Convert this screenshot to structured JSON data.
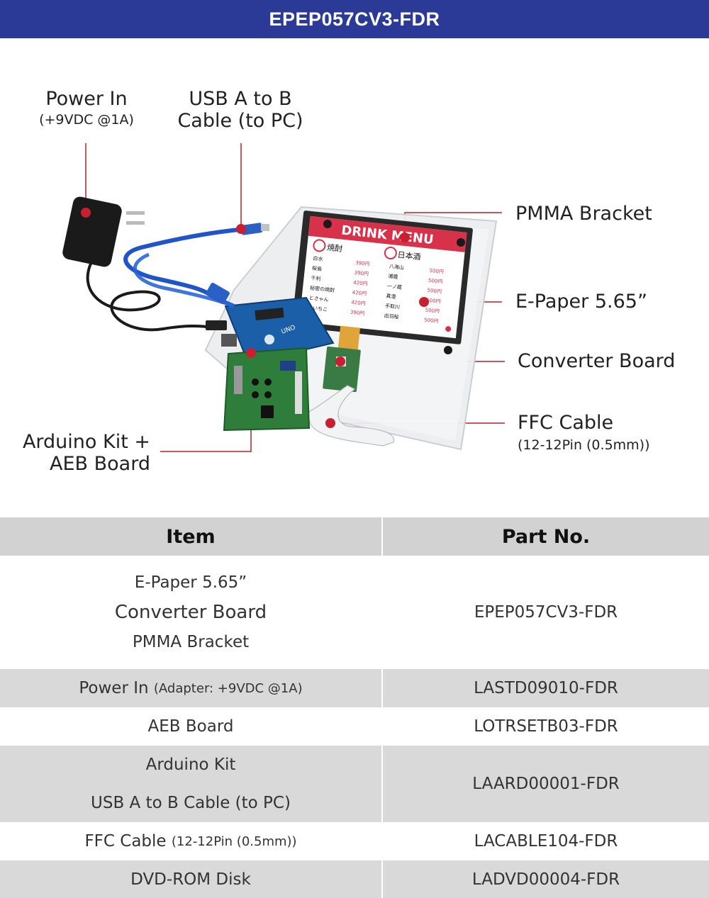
{
  "header": {
    "title": "EPEP057CV3-FDR"
  },
  "diagram": {
    "labels": {
      "power_in": {
        "title": "Power In",
        "sub": "(+9VDC @1A)"
      },
      "usb_cable": {
        "line1": "USB A to B",
        "line2": "Cable (to PC)"
      },
      "pmma_bracket": {
        "title": "PMMA Bracket"
      },
      "epaper": {
        "title": "E-Paper 5.65”"
      },
      "converter_board": {
        "title": "Converter Board"
      },
      "ffc_cable": {
        "title": "FFC Cable",
        "sub": "(12-12Pin (0.5mm))"
      },
      "arduino_kit": {
        "line1": "Arduino Kit +",
        "line2": "AEB Board"
      }
    },
    "screen": {
      "title": "DRINK MENU",
      "left_header": "焼酎",
      "right_header": "日本酒",
      "left_items": [
        "白水",
        "桜島",
        "千利",
        "秘密の焼酎",
        "とさゃん",
        "いいちこ"
      ],
      "left_prices": [
        "390円",
        "390円",
        "420円",
        "420円",
        "420円",
        "390円"
      ],
      "right_items": [
        "八海山",
        "浦霞",
        "一ノ蔵",
        "真澄",
        "手取川",
        "出羽桜"
      ],
      "right_prices": [
        "500円",
        "500円",
        "500円",
        "500円",
        "500円",
        "500円"
      ]
    },
    "board": {
      "uno_label": "UNO"
    },
    "colors": {
      "pointer": "#b8202e",
      "screen_red": "#d8314a",
      "pcb_green": "#2e7d3a",
      "arduino_blue": "#1b5fa8"
    }
  },
  "table": {
    "headers": {
      "item": "Item",
      "part": "Part No."
    },
    "rows": [
      {
        "items": [
          "E-Paper 5.65”",
          "Converter Board",
          "PMMA Bracket"
        ],
        "part": "EPEP057CV3-FDR"
      },
      {
        "item": "Power In",
        "item_sub": "(Adapter: +9VDC @1A)",
        "part": "LASTD09010-FDR"
      },
      {
        "item": "AEB Board",
        "part": "LOTRSETB03-FDR"
      },
      {
        "items": [
          "Arduino Kit",
          "USB A to B Cable (to PC)"
        ],
        "part": "LAARD00001-FDR"
      },
      {
        "item": "FFC Cable",
        "item_sub": "(12-12Pin (0.5mm))",
        "part": "LACABLE104-FDR"
      },
      {
        "item": "DVD-ROM Disk",
        "part": "LADVD00004-FDR"
      }
    ]
  }
}
